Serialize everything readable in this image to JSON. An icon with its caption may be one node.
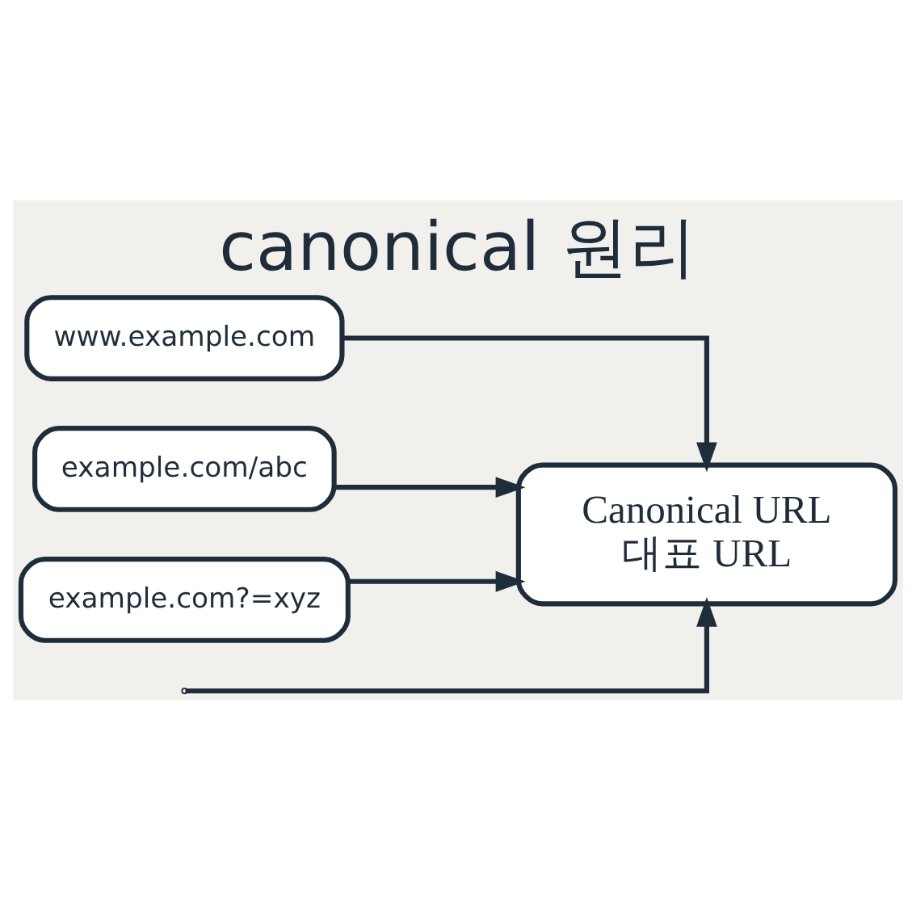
{
  "diagram": {
    "title": "canonical 원리",
    "nodes": [
      {
        "text": [
          "www.example.com"
        ]
      },
      {
        "text": [
          "example.com/abc"
        ]
      },
      {
        "text": [
          "example.com?=xyz"
        ]
      },
      {
        "text": [
          "Canonical URL",
          "대표 URL"
        ]
      }
    ],
    "edges": [
      {
        "from": 0,
        "to": 3,
        "arrow": "to"
      },
      {
        "from": 1,
        "to": 3,
        "arrow": "to"
      },
      {
        "from": 2,
        "to": 3,
        "arrow": "to"
      },
      {
        "from": null,
        "to": 3,
        "arrow": "to"
      }
    ]
  }
}
